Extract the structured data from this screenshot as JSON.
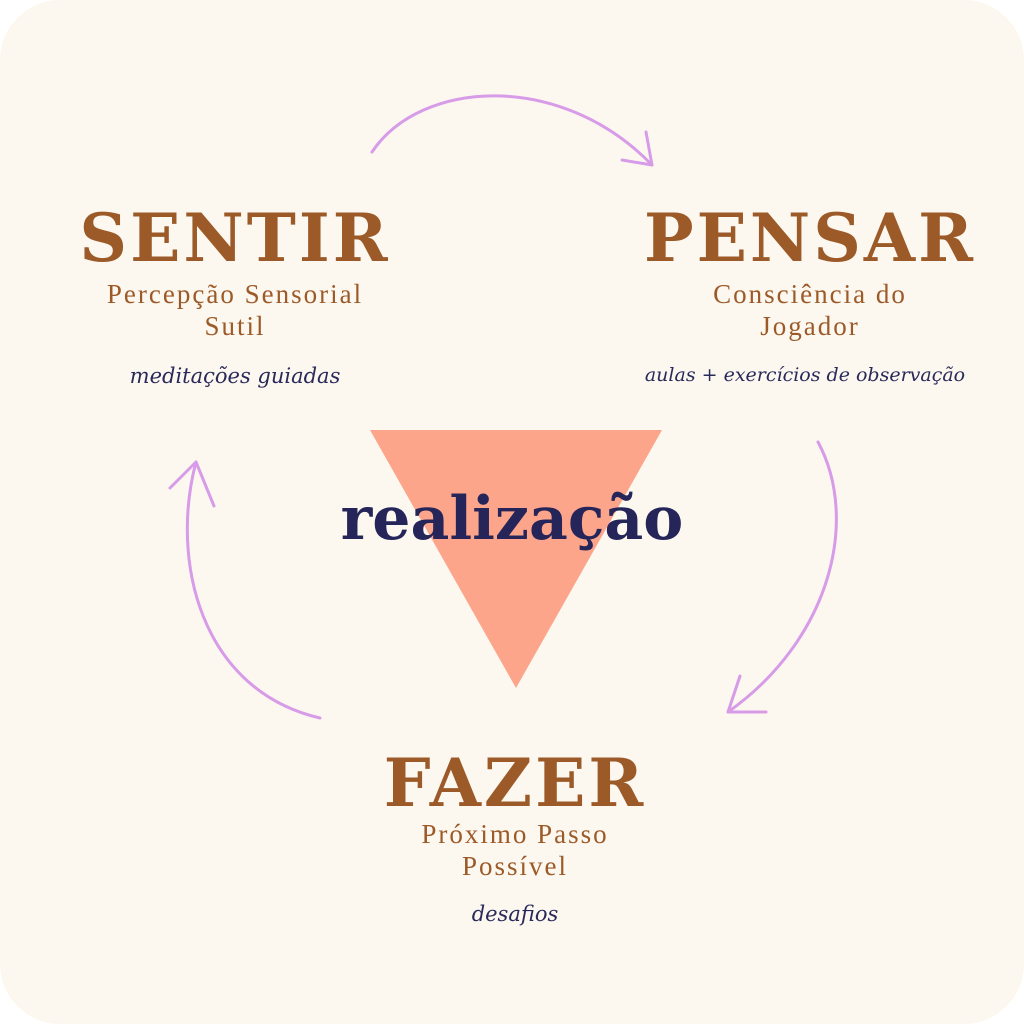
{
  "colors": {
    "background": "#fcf8f0",
    "brown": "#9c5a28",
    "navy": "#25255a",
    "triangle": "#fda58a",
    "arrows": "#d79be8"
  },
  "center": {
    "label": "realização"
  },
  "nodes": [
    {
      "title": "SENTIR",
      "subtitle_line1": "Percepção Sensorial",
      "subtitle_line2": "Sutil",
      "activity": "meditações guiadas"
    },
    {
      "title": "PENSAR",
      "subtitle_line1": "Consciência do",
      "subtitle_line2": "Jogador",
      "activity": "aulas + exercícios de observação"
    },
    {
      "title": "FAZER",
      "subtitle_line1": "Próximo Passo",
      "subtitle_line2": "Possível",
      "activity": "desafios"
    }
  ]
}
